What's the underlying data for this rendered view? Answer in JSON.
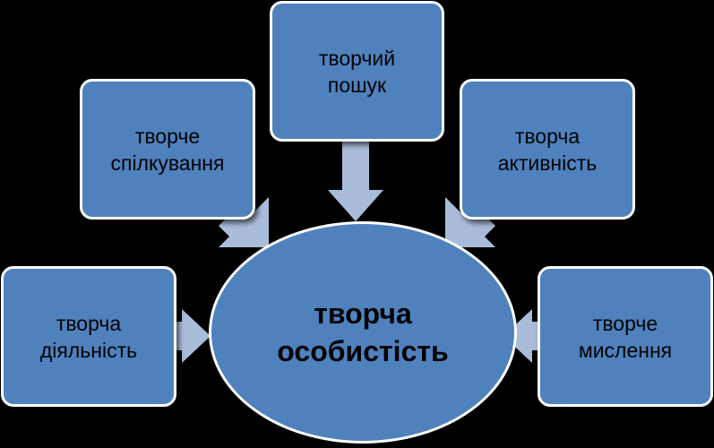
{
  "center": {
    "line1": "творча",
    "line2": "особистість"
  },
  "nodes": {
    "search": {
      "line1": "творчий",
      "line2": "пошук"
    },
    "communication": {
      "line1": "творче",
      "line2": "спілкування"
    },
    "activeness": {
      "line1": "творча",
      "line2": "активність"
    },
    "activity": {
      "line1": "творча",
      "line2": "діяльність"
    },
    "thinking": {
      "line1": "творче",
      "line2": "мислення"
    }
  },
  "colors": {
    "node_fill": "#4f81bd",
    "node_border": "#ffffff",
    "arrow_fill": "#a9bcd9",
    "background": "#000000"
  }
}
